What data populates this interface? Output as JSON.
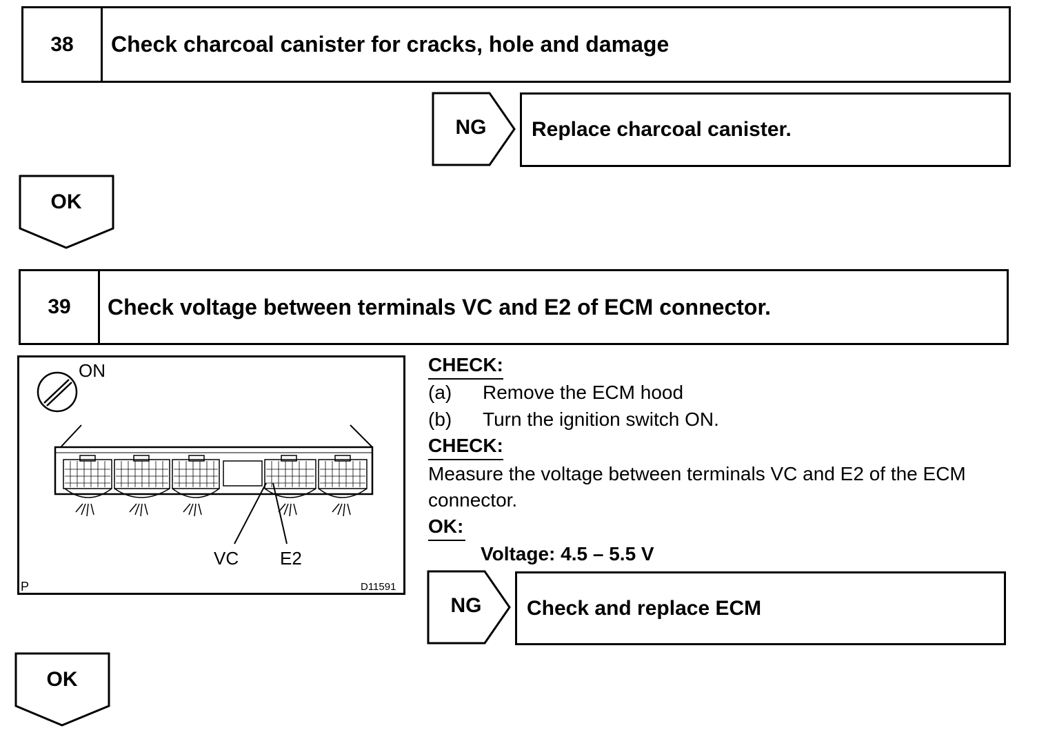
{
  "step38": {
    "number": "38",
    "title": "Check charcoal canister for cracks, hole and damage",
    "ng_label": "NG",
    "ng_action": "Replace charcoal canister.",
    "ok_label": "OK"
  },
  "step39": {
    "number": "39",
    "title": "Check voltage between terminals VC and E2 of ECM connector.",
    "figure": {
      "switch_label": "ON",
      "terminal_vc": "VC",
      "terminal_e2": "E2",
      "corner_code": "P",
      "figure_id": "D11591"
    },
    "procedure": {
      "check_heading_1": "CHECK:",
      "step_a_marker": "(a)",
      "step_a_text": "Remove the ECM hood",
      "step_b_marker": "(b)",
      "step_b_text": "Turn the ignition switch ON.",
      "check_heading_2": "CHECK:",
      "measure_line_1": "Measure the voltage between terminals VC and E2 of the ECM",
      "measure_line_2": "connector.",
      "ok_heading": "OK:",
      "spec": "Voltage: 4.5 – 5.5 V"
    },
    "ng_label": "NG",
    "ng_action": "Check and replace ECM",
    "ok_label": "OK"
  }
}
